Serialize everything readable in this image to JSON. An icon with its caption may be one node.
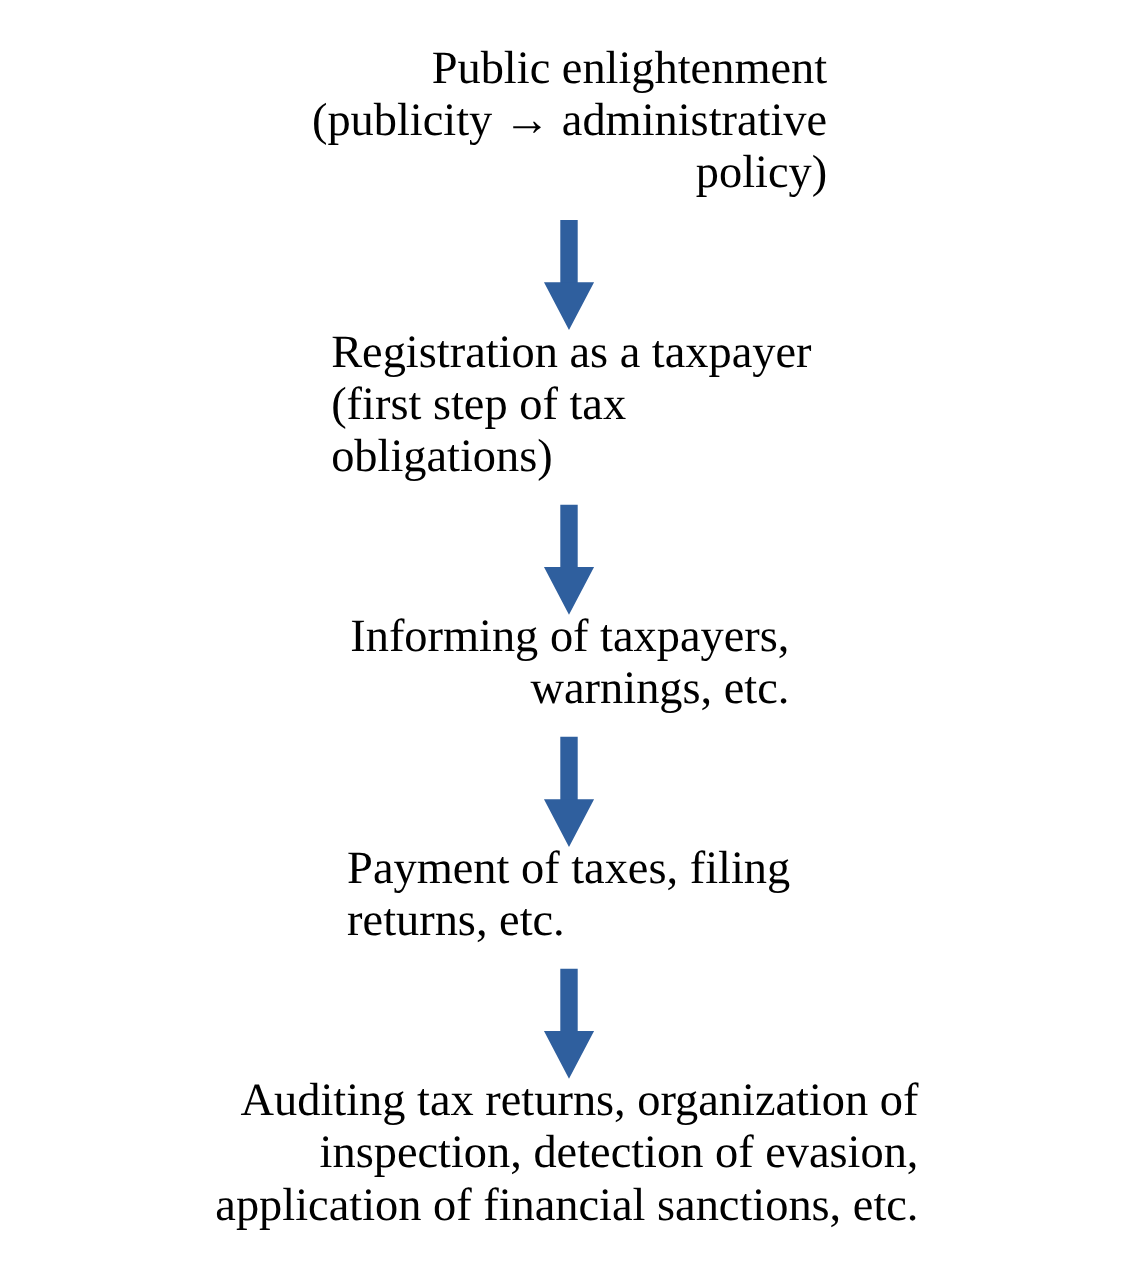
{
  "diagram": {
    "nodes": [
      {
        "text": [
          "Public enlightenment (publicity → administrative policy)"
        ]
      },
      {
        "text": [
          "Registration as a taxpayer (first step of tax obligations)"
        ]
      },
      {
        "text": [
          "Informing of taxpayers, warnings, etc."
        ]
      },
      {
        "text": [
          "Payment of taxes, filing returns, etc."
        ]
      },
      {
        "text": [
          "Auditing tax returns, organization of inspection, detection of evasion, application of financial sanctions, etc."
        ]
      }
    ],
    "edges": [
      {
        "from": 0,
        "to": 1,
        "arrow": "to"
      },
      {
        "from": 1,
        "to": 2,
        "arrow": "to"
      },
      {
        "from": 2,
        "to": 3,
        "arrow": "to"
      },
      {
        "from": 3,
        "to": 4,
        "arrow": "to"
      }
    ]
  }
}
